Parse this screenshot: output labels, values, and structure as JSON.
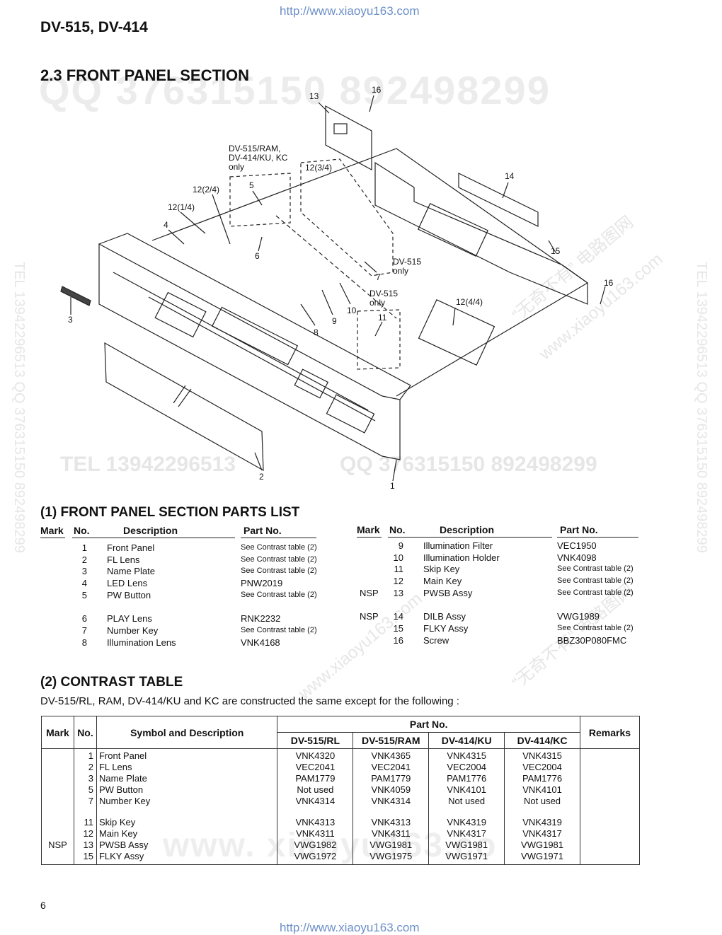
{
  "header": {
    "url_top": "http://www.xiaoyu163.com",
    "model": "DV-515, DV-414",
    "section_title": "2.3 FRONT PANEL SECTION"
  },
  "watermarks": {
    "qq_line": "QQ 376315150   892498299",
    "tel_line": "TEL 13942296513",
    "qq_line2": "QQ 376315150   892498299",
    "side_right": "TEL 13942296513  QQ 376315150  892498299",
    "side_left": "TEL 13942296513  QQ 376315150  892498299",
    "diag1": "“无奇不有” 电路图网",
    "diag2": "www.xiaoyu163.com",
    "bottom": "www. xiaoyu163.co"
  },
  "diagram": {
    "notes": {
      "n_dv515ram": [
        "DV-515/RAM,",
        "DV-414/KU, KC",
        "only"
      ],
      "n_dv515_a": [
        "DV-515",
        "only"
      ],
      "n_dv515_b": [
        "DV-515",
        "only"
      ]
    },
    "callouts": {
      "c1": "1",
      "c2": "2",
      "c3": "3",
      "c4": "4",
      "c5": "5",
      "c6": "6",
      "c7": "7",
      "c8": "8",
      "c9": "9",
      "c10": "10",
      "c11": "11",
      "c12_1": "12(1/4)",
      "c12_2": "12(2/4)",
      "c12_3": "12(3/4)",
      "c12_4": "12(4/4)",
      "c13": "13",
      "c14": "14",
      "c15": "15",
      "c16a": "16",
      "c16b": "16"
    }
  },
  "parts_list": {
    "title": "(1) FRONT PANEL SECTION PARTS LIST",
    "headers": {
      "mark": "Mark",
      "no": "No.",
      "desc": "Description",
      "part": "Part No."
    },
    "left": [
      {
        "mark": "",
        "no": "1",
        "desc": "Front Panel",
        "part": "See Contrast table (2)"
      },
      {
        "mark": "",
        "no": "2",
        "desc": "FL Lens",
        "part": "See Contrast table (2)"
      },
      {
        "mark": "",
        "no": "3",
        "desc": "Name Plate",
        "part": "See Contrast table (2)"
      },
      {
        "mark": "",
        "no": "4",
        "desc": "LED Lens",
        "part": "PNW2019"
      },
      {
        "mark": "",
        "no": "5",
        "desc": "PW Button",
        "part": "See Contrast table (2)"
      },
      {
        "mark": "",
        "no": "6",
        "desc": "PLAY Lens",
        "part": "RNK2232"
      },
      {
        "mark": "",
        "no": "7",
        "desc": "Number Key",
        "part": "See Contrast table (2)"
      },
      {
        "mark": "",
        "no": "8",
        "desc": "Illumination Lens",
        "part": "VNK4168"
      }
    ],
    "right": [
      {
        "mark": "",
        "no": "9",
        "desc": "Illumination Filter",
        "part": "VEC1950"
      },
      {
        "mark": "",
        "no": "10",
        "desc": "Illumination Holder",
        "part": "VNK4098"
      },
      {
        "mark": "",
        "no": "11",
        "desc": "Skip Key",
        "part": "See Contrast table (2)"
      },
      {
        "mark": "",
        "no": "12",
        "desc": "Main Key",
        "part": "See Contrast table (2)"
      },
      {
        "mark": "NSP",
        "no": "13",
        "desc": "PWSB Assy",
        "part": "See Contrast table (2)"
      },
      {
        "mark": "NSP",
        "no": "14",
        "desc": "DILB Assy",
        "part": "VWG1989"
      },
      {
        "mark": "",
        "no": "15",
        "desc": "FLKY Assy",
        "part": "See Contrast table (2)"
      },
      {
        "mark": "",
        "no": "16",
        "desc": "Screw",
        "part": "BBZ30P080FMC"
      }
    ]
  },
  "contrast": {
    "title": "(2) CONTRAST TABLE",
    "intro": "DV-515/RL, RAM, DV-414/KU and KC are constructed the same except for the following :",
    "headers": {
      "mark": "Mark",
      "no": "No.",
      "desc": "Symbol and Description",
      "part": "Part No.",
      "m1": "DV-515/RL",
      "m2": "DV-515/RAM",
      "m3": "DV-414/KU",
      "m4": "DV-414/KC",
      "remarks": "Remarks"
    },
    "group1": [
      {
        "mark": "",
        "no": "1",
        "desc": "Front Panel",
        "m1": "VNK4320",
        "m2": "VNK4365",
        "m3": "VNK4315",
        "m4": "VNK4315"
      },
      {
        "mark": "",
        "no": "2",
        "desc": "FL Lens",
        "m1": "VEC2041",
        "m2": "VEC2041",
        "m3": "VEC2004",
        "m4": "VEC2004"
      },
      {
        "mark": "",
        "no": "3",
        "desc": "Name Plate",
        "m1": "PAM1779",
        "m2": "PAM1779",
        "m3": "PAM1776",
        "m4": "PAM1776"
      },
      {
        "mark": "",
        "no": "5",
        "desc": "PW Button",
        "m1": "Not used",
        "m2": "VNK4059",
        "m3": "VNK4101",
        "m4": "VNK4101"
      },
      {
        "mark": "",
        "no": "7",
        "desc": "Number Key",
        "m1": "VNK4314",
        "m2": "VNK4314",
        "m3": "Not used",
        "m4": "Not used"
      }
    ],
    "group2": [
      {
        "mark": "",
        "no": "11",
        "desc": "Skip Key",
        "m1": "VNK4313",
        "m2": "VNK4313",
        "m3": "VNK4319",
        "m4": "VNK4319"
      },
      {
        "mark": "",
        "no": "12",
        "desc": "Main Key",
        "m1": "VNK4311",
        "m2": "VNK4311",
        "m3": "VNK4317",
        "m4": "VNK4317"
      },
      {
        "mark": "NSP",
        "no": "13",
        "desc": "PWSB Assy",
        "m1": "VWG1982",
        "m2": "VWG1981",
        "m3": "VWG1981",
        "m4": "VWG1981"
      },
      {
        "mark": "",
        "no": "15",
        "desc": "FLKY Assy",
        "m1": "VWG1972",
        "m2": "VWG1975",
        "m3": "VWG1971",
        "m4": "VWG1971"
      }
    ]
  },
  "footer": {
    "page_number": "6",
    "url_bottom": "http://www.xiaoyu163.com"
  }
}
